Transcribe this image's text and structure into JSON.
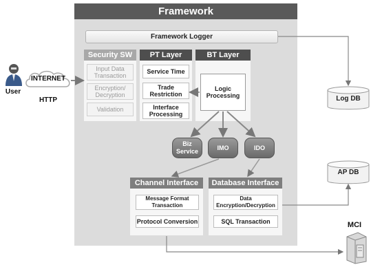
{
  "title": "Framework",
  "logger": "Framework Logger",
  "security": {
    "title": "Security SW",
    "items": [
      "Input Data\nTransaction",
      "Encryption/\nDecryption",
      "Validation"
    ]
  },
  "pt": {
    "title": "PT Layer",
    "items": [
      "Service Time",
      "Trade\nRestriction",
      "Interface\nProcessing"
    ]
  },
  "bt": {
    "title": "BT Layer",
    "logic": "Logic\nProcessing"
  },
  "nodes": {
    "biz": "Biz\nService",
    "imo": "IMO",
    "ido": "IDO"
  },
  "channel": {
    "title": "Channel Interface",
    "items": [
      "Message Format\nTransaction",
      "Protocol Conversion"
    ]
  },
  "database": {
    "title": "Database Interface",
    "items": [
      "Data\nEncryption/Decryption",
      "SQL Transaction"
    ]
  },
  "external": {
    "user": "User",
    "internet": "INTERNET",
    "http": "HTTP",
    "log_db": "Log DB",
    "ap_db": "AP DB",
    "mci": "MCI"
  }
}
